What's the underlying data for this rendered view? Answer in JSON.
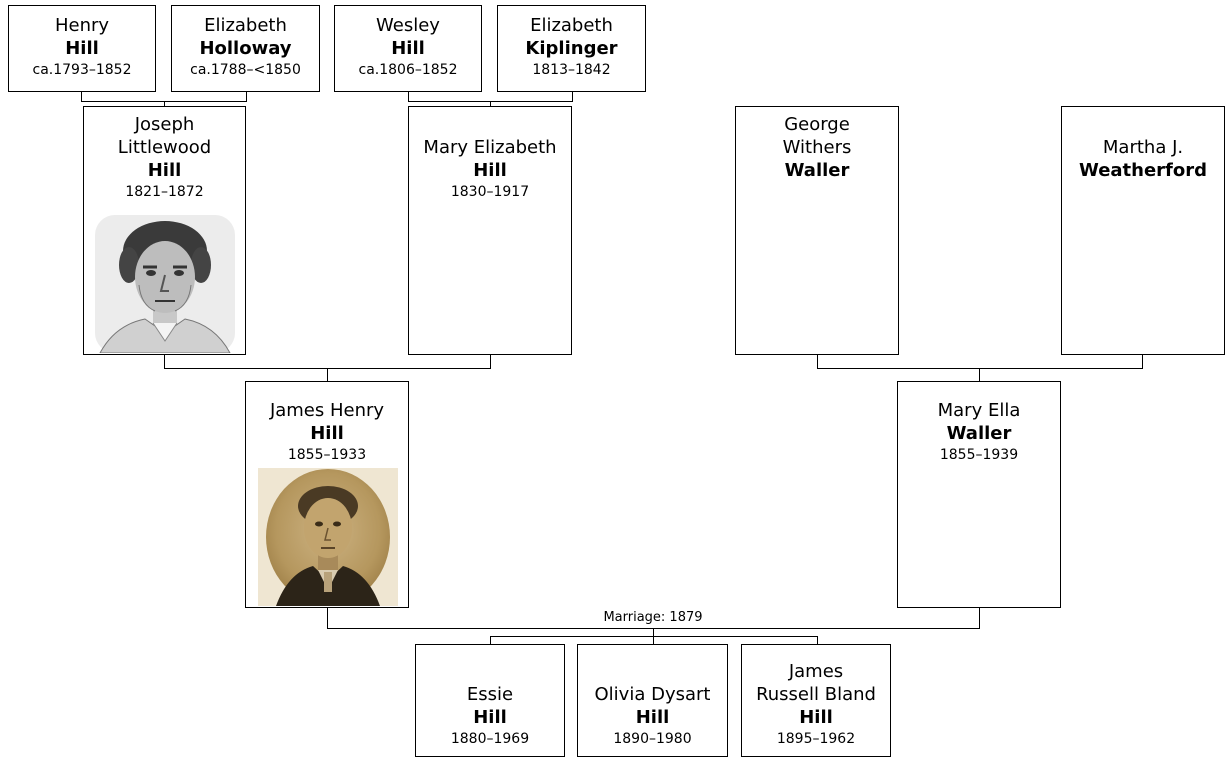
{
  "people": {
    "henry_hill": {
      "given": "Henry",
      "surname": "Hill",
      "dates": "ca.1793–1852"
    },
    "elizabeth_holloway": {
      "given": "Elizabeth",
      "surname": "Holloway",
      "dates": "ca.1788–<1850"
    },
    "wesley_hill": {
      "given": "Wesley",
      "surname": "Hill",
      "dates": "ca.1806–1852"
    },
    "elizabeth_kiplinger": {
      "given": "Elizabeth",
      "surname": "Kiplinger",
      "dates": "1813–1842"
    },
    "joseph_hill": {
      "given_1": "Joseph",
      "given_2": "Littlewood",
      "surname": "Hill",
      "dates": "1821–1872"
    },
    "mary_elizabeth_hill": {
      "given": "Mary Elizabeth",
      "surname": "Hill",
      "dates": "1830–1917"
    },
    "george_waller": {
      "given_1": "George",
      "given_2": "Withers",
      "surname": "Waller"
    },
    "martha_weatherford": {
      "given": "Martha J.",
      "surname": "Weatherford"
    },
    "james_henry_hill": {
      "given": "James Henry",
      "surname": "Hill",
      "dates": "1855–1933"
    },
    "mary_ella_waller": {
      "given": "Mary Ella",
      "surname": "Waller",
      "dates": "1855–1939"
    },
    "essie_hill": {
      "given": "Essie",
      "surname": "Hill",
      "dates": "1880–1969"
    },
    "olivia_hill": {
      "given": "Olivia Dysart",
      "surname": "Hill",
      "dates": "1890–1980"
    },
    "james_russell_hill": {
      "given_1": "James",
      "given_2": "Russell Bland",
      "surname": "Hill",
      "dates": "1895–1962"
    }
  },
  "marriage_label": "Marriage: 1879",
  "colors": {
    "line": "#000000",
    "box_border": "#000000",
    "background": "#ffffff"
  }
}
